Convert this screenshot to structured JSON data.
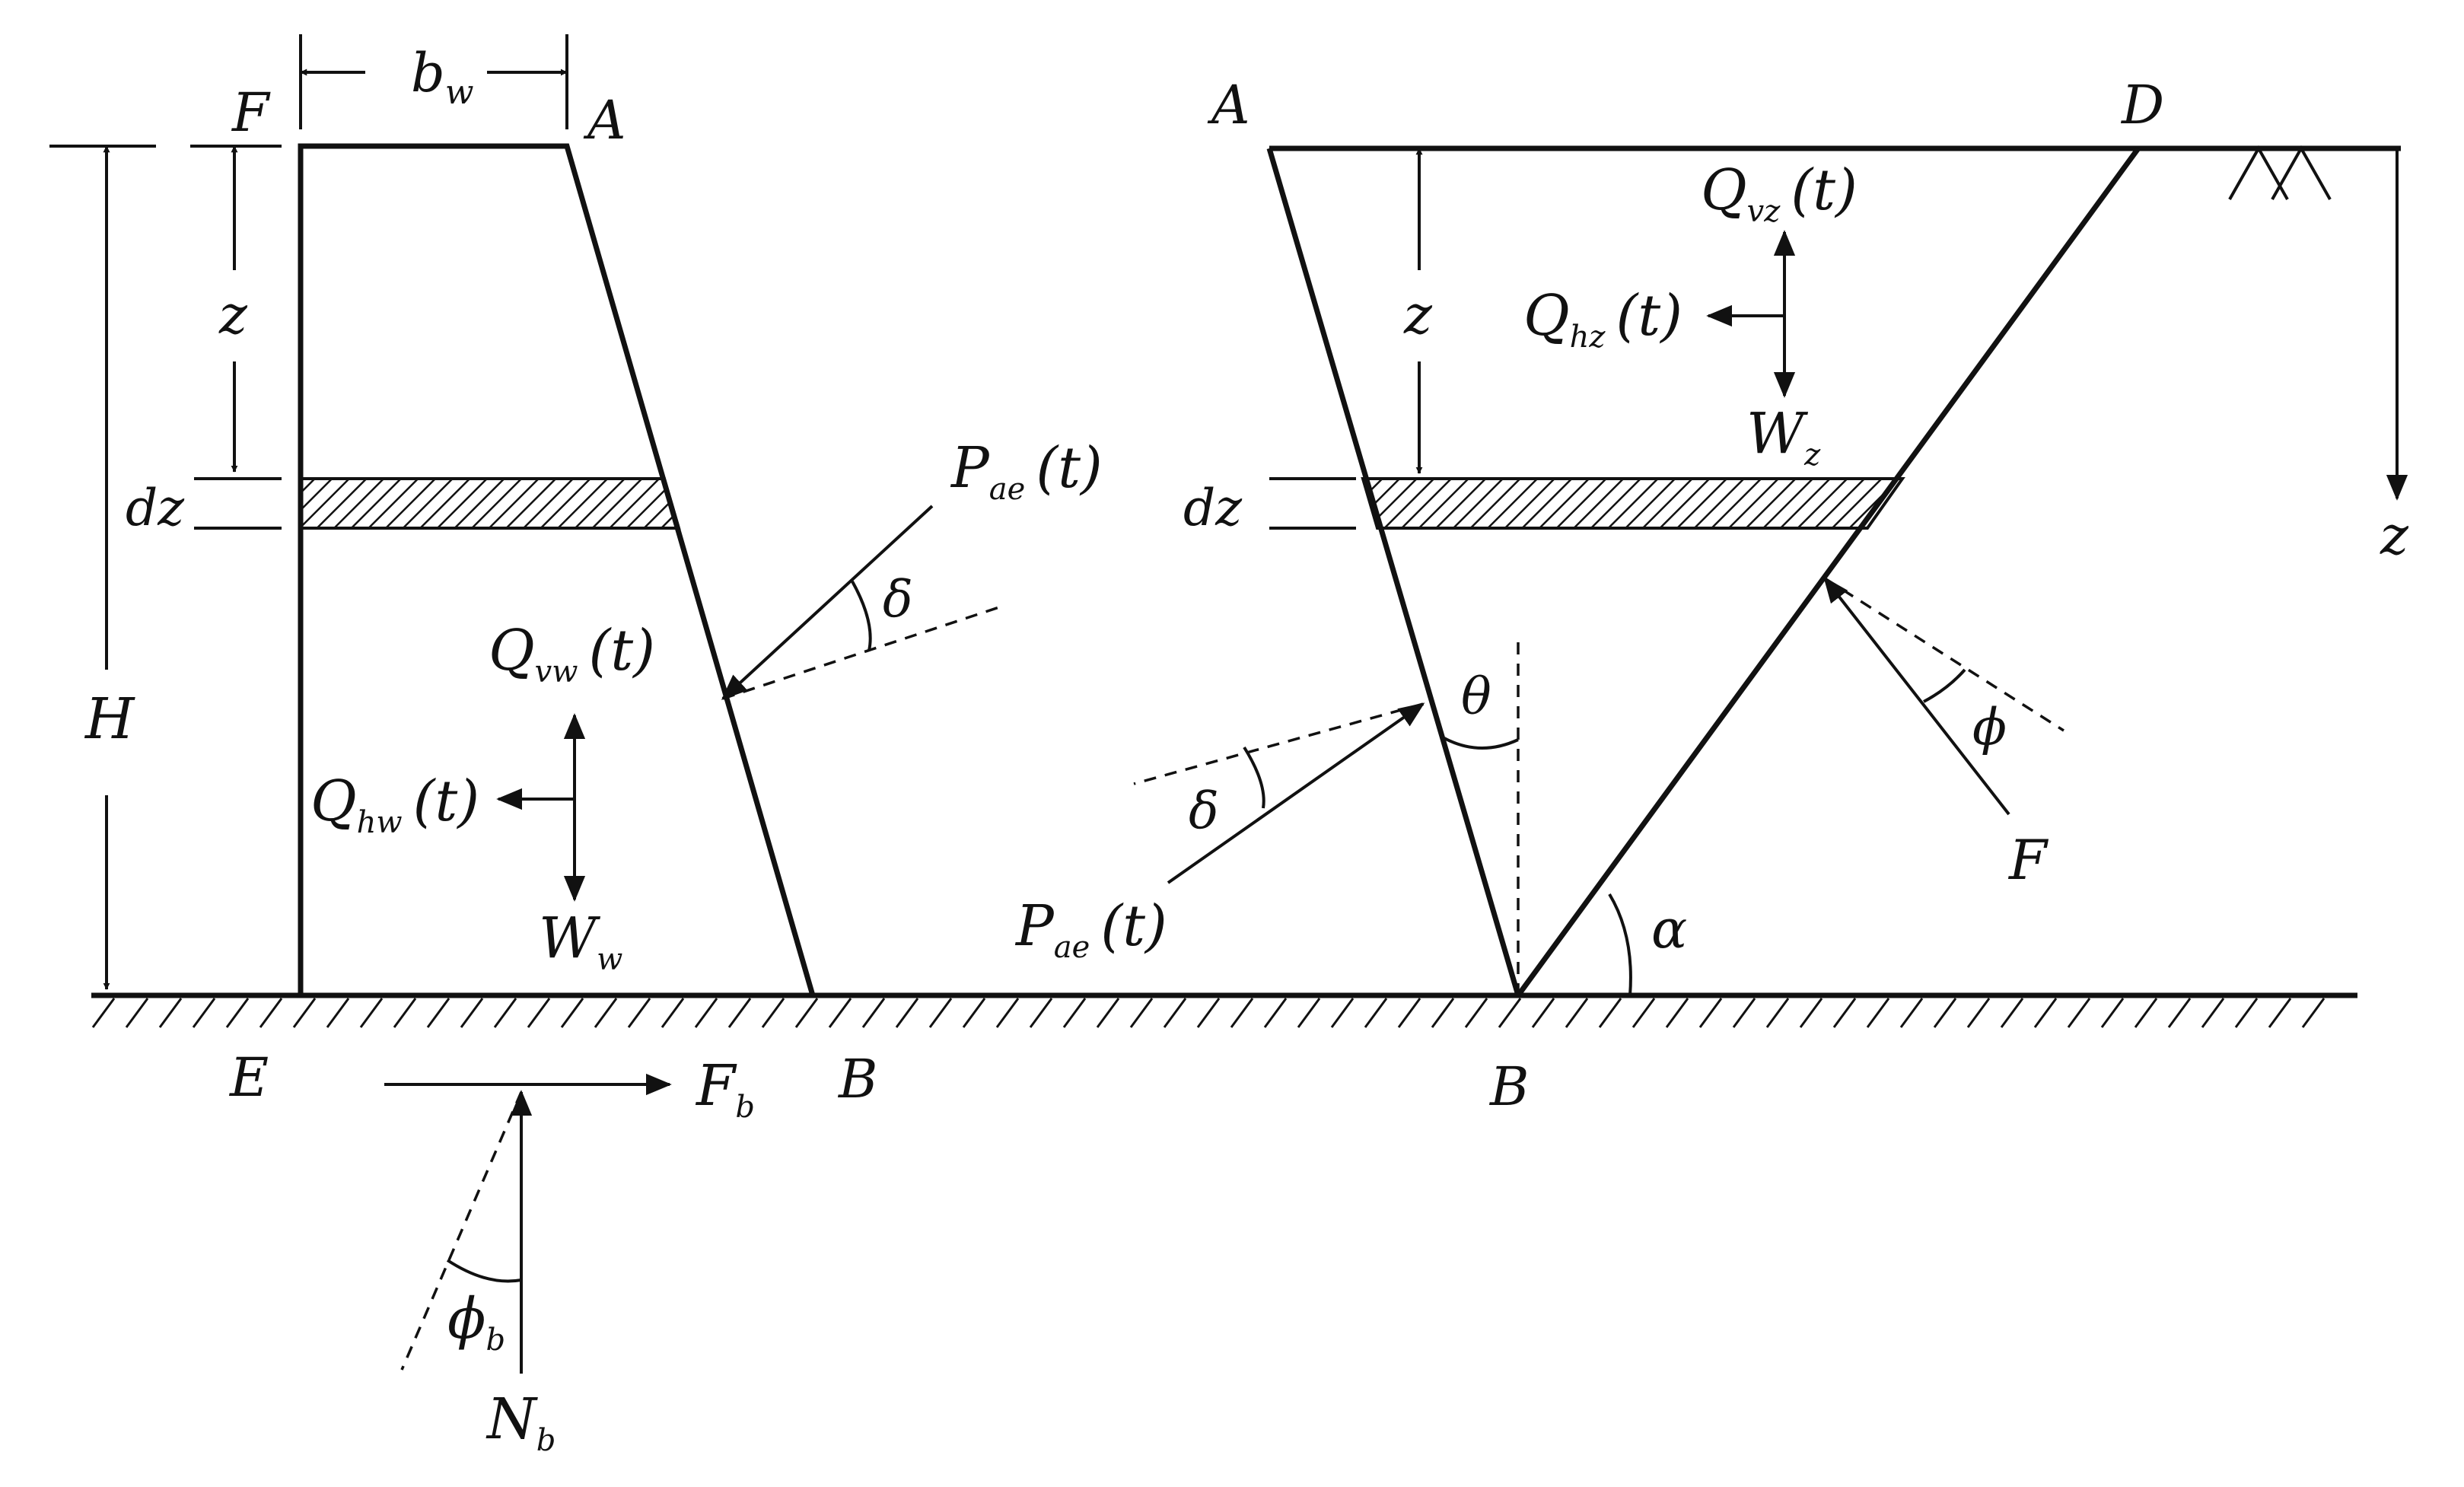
{
  "left_diagram": {
    "points": {
      "F": "F",
      "A": "A",
      "E": "E",
      "B": "B"
    },
    "width": {
      "base": "b",
      "sub": "w"
    },
    "height": "H",
    "depth": "z",
    "strip": "dz",
    "active_force": {
      "base": "P",
      "sub": "ae",
      "arg": "(t)"
    },
    "wall_friction": "δ",
    "vertical_force": {
      "base": "Q",
      "sub": "vw",
      "arg": "(t)"
    },
    "horizontal_force": {
      "base": "Q",
      "sub": "hw",
      "arg": "(t)"
    },
    "weight": {
      "base": "W",
      "sub": "w"
    },
    "base_friction_force": {
      "base": "F",
      "sub": "b"
    },
    "base_normal_force": {
      "base": "N",
      "sub": "b"
    },
    "base_friction_angle": {
      "base": "ϕ",
      "sub": "b"
    }
  },
  "right_diagram": {
    "points": {
      "A": "A",
      "D": "D",
      "B": "B",
      "F": "F"
    },
    "depth": "z",
    "strip": "dz",
    "depth_axis": "z",
    "vertical_force": {
      "base": "Q",
      "sub": "vz",
      "arg": "(t)"
    },
    "horizontal_force": {
      "base": "Q",
      "sub": "hz",
      "arg": "(t)"
    },
    "weight": {
      "base": "W",
      "sub": "z"
    },
    "active_force": {
      "base": "P",
      "sub": "ae",
      "arg": "(t)"
    },
    "wall_friction": "δ",
    "wall_angle": "θ",
    "soil_friction": "ϕ",
    "failure_angle": "α"
  },
  "colors": {
    "ink": "#111111",
    "background": "#ffffff"
  }
}
